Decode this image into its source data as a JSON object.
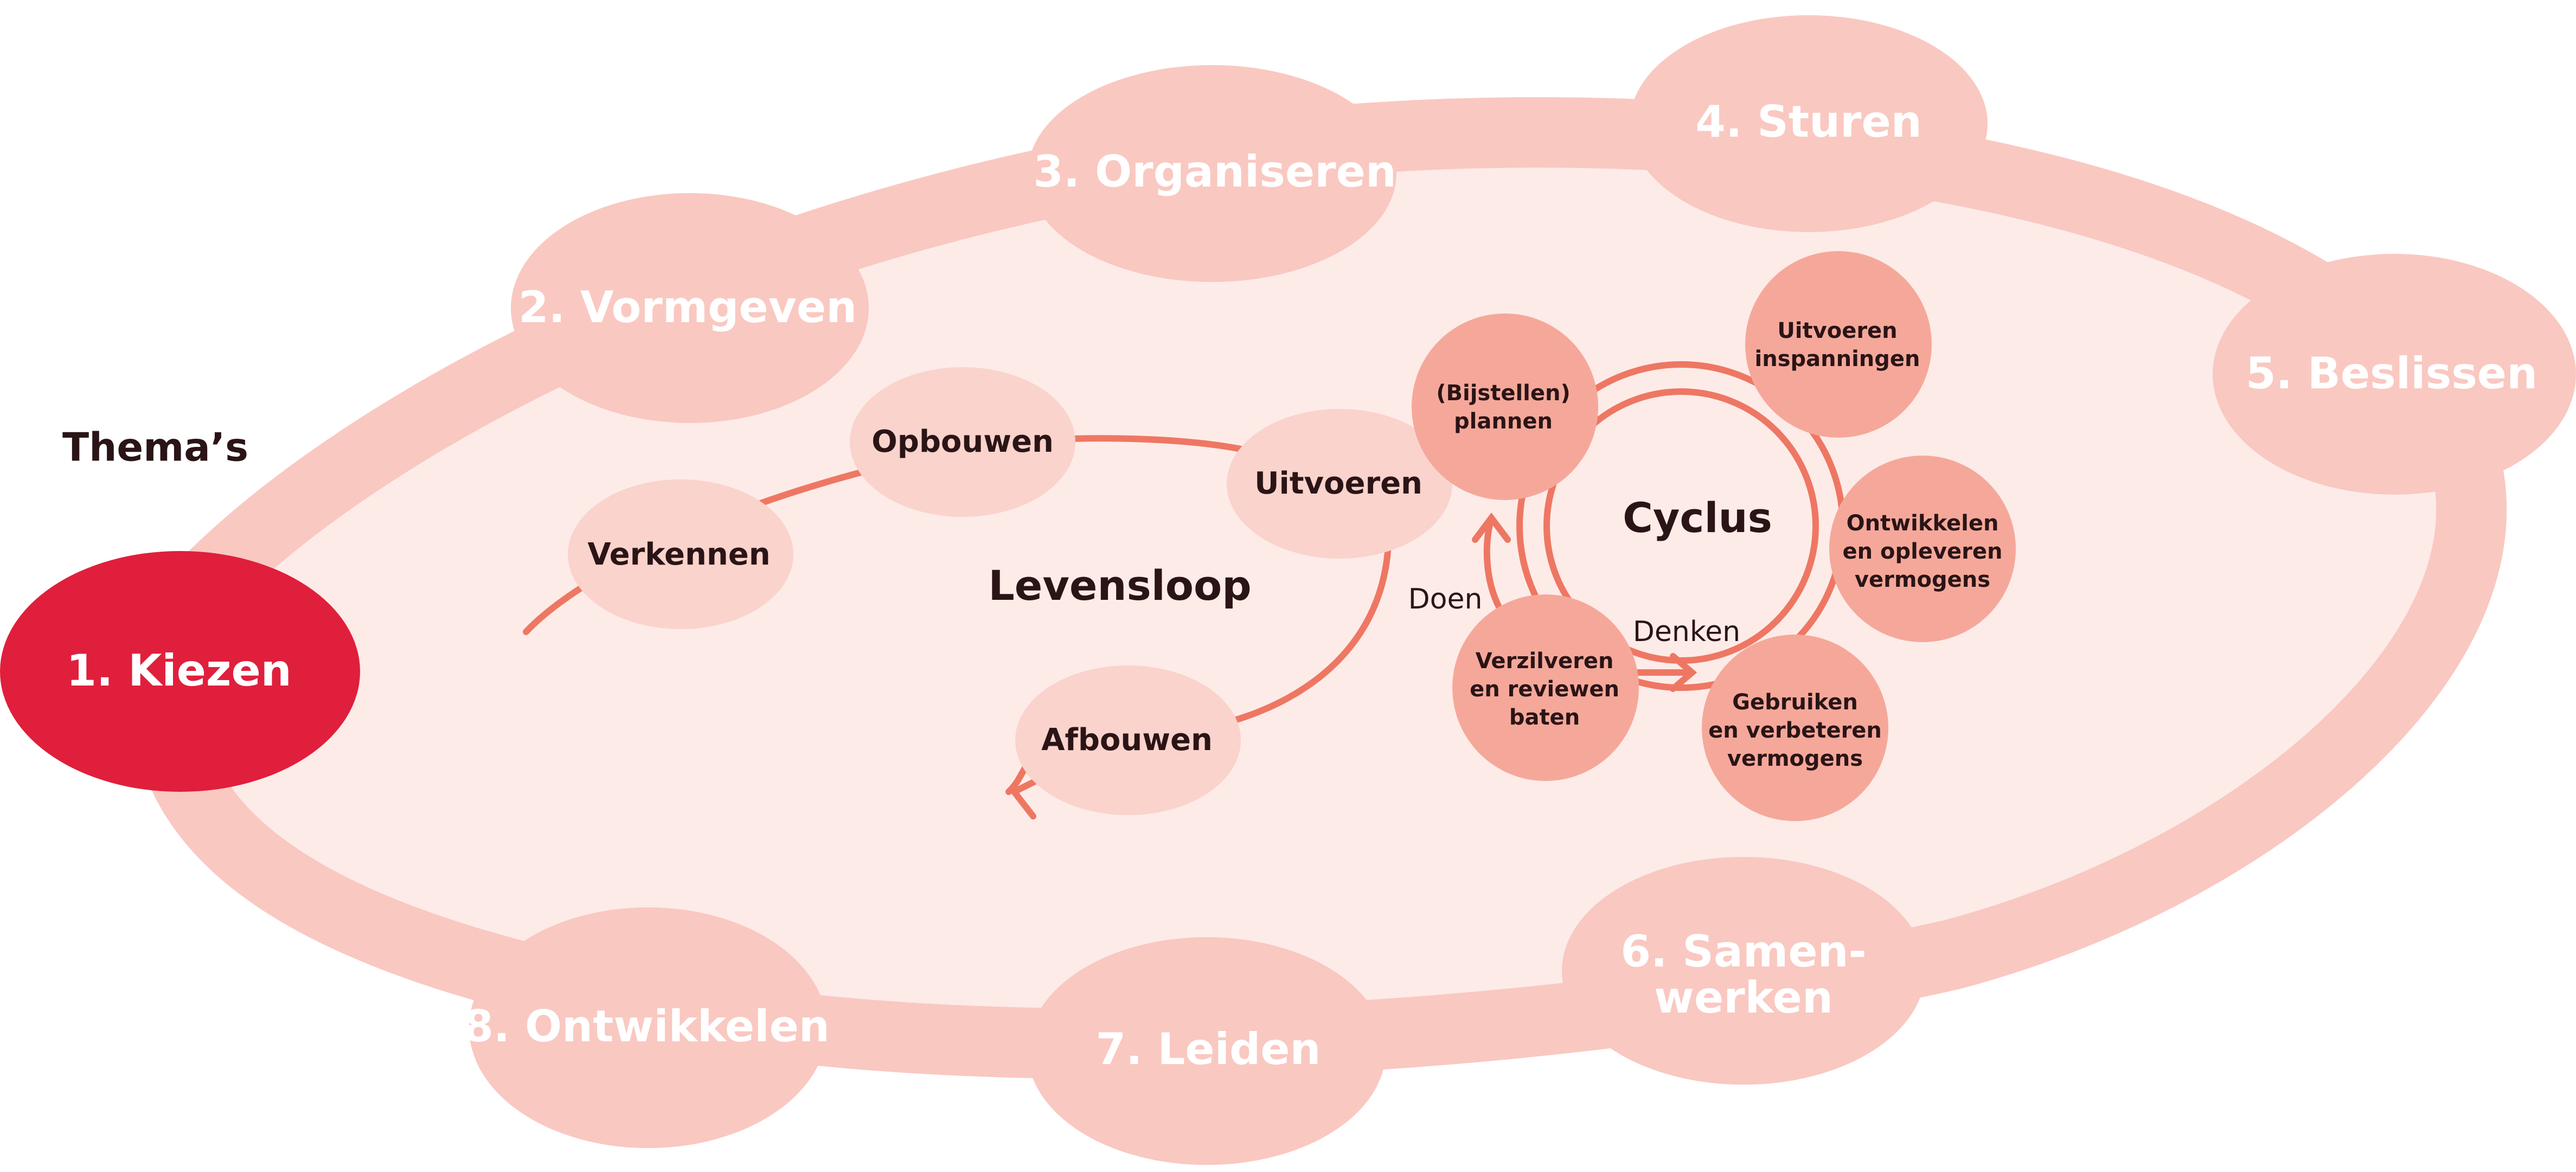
{
  "heading": "Thema’s",
  "themes": {
    "t1": "1. Kiezen",
    "t2": "2. Vormgeven",
    "t3": "3. Organiseren",
    "t4": "4. Sturen",
    "t5": "5. Beslissen",
    "t6_line1": "6. Samen-",
    "t6_line2": "werken",
    "t7": "7. Leiden",
    "t8": "8. Ontwikkelen"
  },
  "levensloop": {
    "title": "Levensloop",
    "verkennen": "Verkennen",
    "opbouwen": "Opbouwen",
    "uitvoeren": "Uitvoeren",
    "afbouwen": "Afbouwen"
  },
  "cyclus": {
    "title": "Cyclus",
    "doen": "Doen",
    "denken": "Denken",
    "plannen_l1": "(Bijstellen)",
    "plannen_l2": "plannen",
    "inspanningen_l1": "Uitvoeren",
    "inspanningen_l2": "inspanningen",
    "ontwikkelen_l1": "Ontwikkelen",
    "ontwikkelen_l2": "en opleveren",
    "ontwikkelen_l3": "vermogens",
    "gebruiken_l1": "Gebruiken",
    "gebruiken_l2": "en verbeteren",
    "gebruiken_l3": "vermogens",
    "verzilveren_l1": "Verzilveren",
    "verzilveren_l2": "en reviewen",
    "verzilveren_l3": "baten"
  },
  "colors": {
    "ring": "#f9c8c1",
    "inner_fill": "#fdebe8",
    "life_node": "#fad3cc",
    "cycle_node": "#f5a89a",
    "accent_red": "#e01f3c",
    "line": "#ee7763",
    "text_dark": "#2a1416",
    "text_white": "#ffffff"
  }
}
